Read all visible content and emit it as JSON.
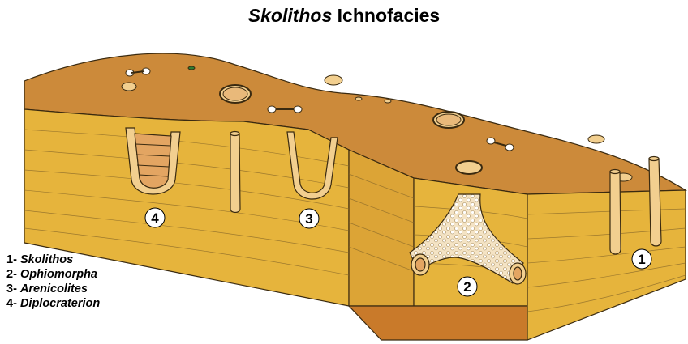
{
  "title": {
    "genus": "Skolithos",
    "rest": "Ichnofacies"
  },
  "legend": [
    {
      "num": "1-",
      "name": "Skolithos"
    },
    {
      "num": "2-",
      "name": "Ophiomorpha"
    },
    {
      "num": "3-",
      "name": "Arenicolites"
    },
    {
      "num": "4-",
      "name": "Diplocraterion"
    }
  ],
  "markers": {
    "m1": "1",
    "m2": "2",
    "m3": "3",
    "m4": "4"
  },
  "colors": {
    "top_surface": "#cc8a3a",
    "sediment_face": "#e6b43c",
    "sediment_side": "#dca436",
    "burrow_fill": "#f2cf8f",
    "pit_floor": "#c97a2a",
    "outline": "#3a2a10"
  }
}
